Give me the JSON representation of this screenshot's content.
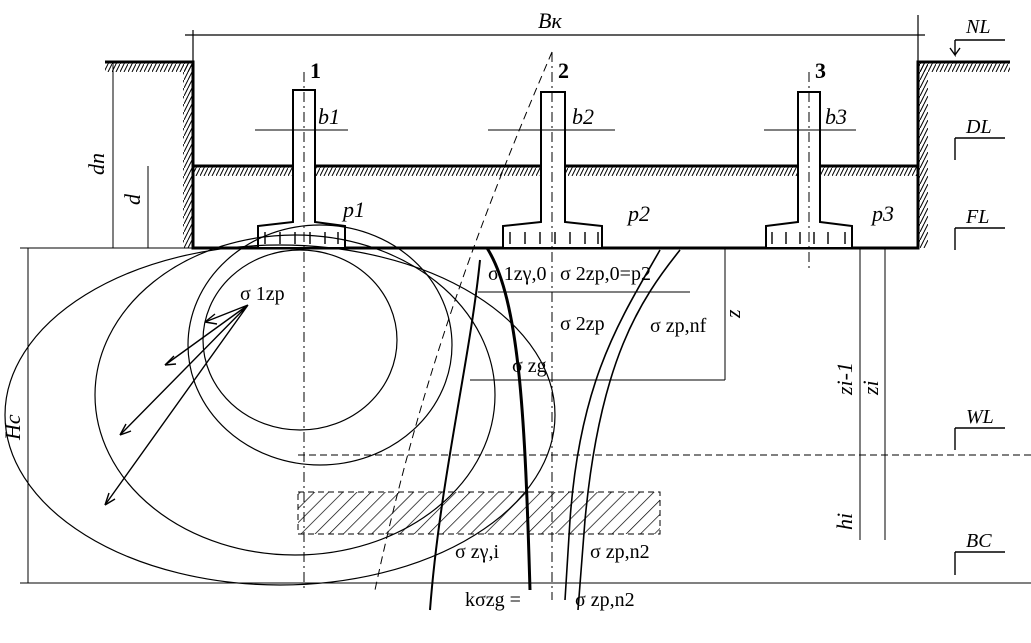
{
  "diagram": {
    "width_label": "Bк",
    "levels": [
      "NL",
      "DL",
      "FL",
      "WL",
      "BC"
    ],
    "foundations": [
      {
        "number": "1",
        "width": "b1",
        "pressure": "p1"
      },
      {
        "number": "2",
        "width": "b2",
        "pressure": "p2"
      },
      {
        "number": "3",
        "width": "b3",
        "pressure": "p3"
      }
    ],
    "depths": {
      "dn": "dn",
      "d": "d",
      "Hc": "Hc",
      "z": "z",
      "zi_1": "zi-1",
      "zi": "zi",
      "hi": "hi"
    },
    "stresses": {
      "s1zp": "σ 1zp",
      "s1zg0": "σ 1zγ,0",
      "s2zp0": "σ 2zp,0=p2",
      "s2zp": "σ 2zp",
      "szpnf": "σ zp,nf",
      "szg": "σ zg",
      "szgi": "σ zγ,i",
      "szpn2": "σ zp,n2",
      "ksigma": "kσzg =",
      "szpn2b": "σ zp,n2"
    }
  }
}
